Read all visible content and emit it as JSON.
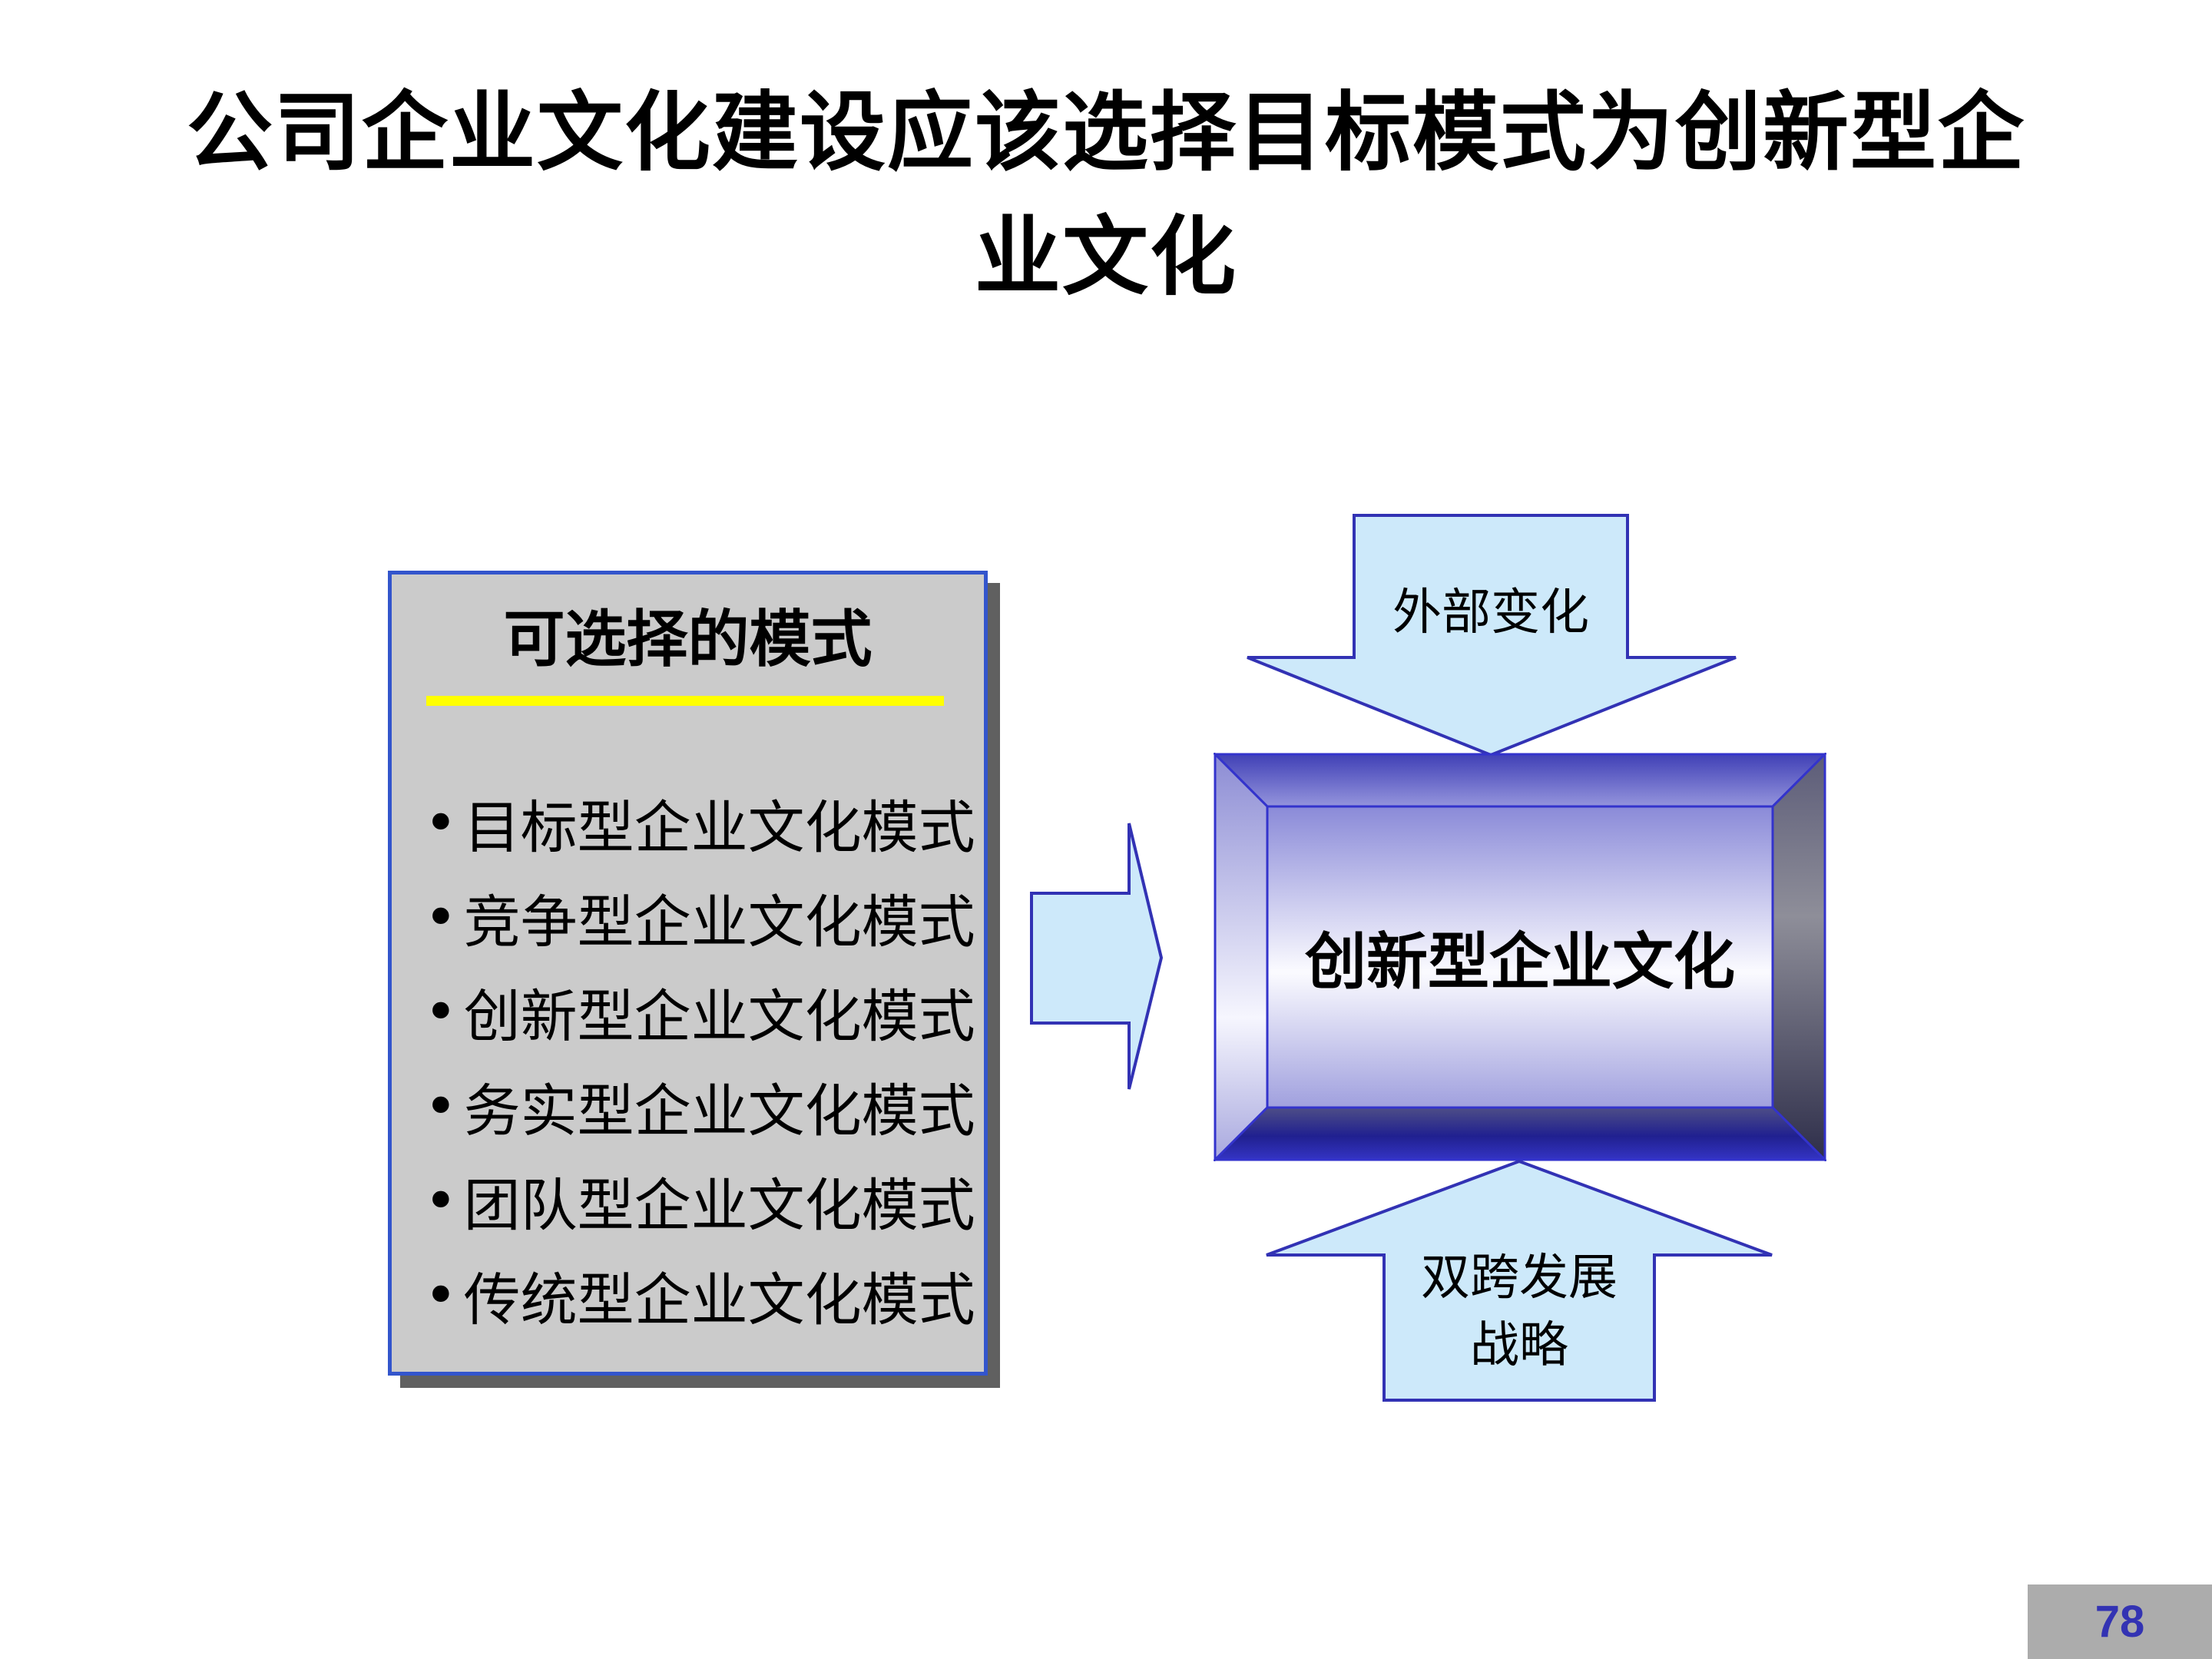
{
  "slide": {
    "title_line1": "公司企业文化建设应该选择目标模式为创新型企",
    "title_line2": "业文化"
  },
  "options_panel": {
    "title": "可选择的模式",
    "bullet": "•",
    "items": [
      "目标型企业文化模式",
      "竞争型企业文化模式",
      "创新型企业文化模式",
      "务实型企业文化模式",
      "团队型企业文化模式",
      "传统型企业文化模式"
    ]
  },
  "diagram": {
    "top_arrow_label": "外部变化",
    "center_box_label": "创新型企业文化",
    "bottom_arrow_label_line1": "双跨发展",
    "bottom_arrow_label_line2": "战略"
  },
  "footer": {
    "page_number": "78"
  },
  "colors": {
    "arrow_fill": "#CDE9FA",
    "arrow_border": "#3232B4",
    "panel_fill": "#CBCBCB",
    "panel_border": "#3355CC",
    "box_stroke": "#3333CC",
    "divider_yellow": "#FFFF00",
    "shadow_gray": "#606060",
    "footer_bg": "#ACACAC",
    "page_number": "#3333B3"
  }
}
